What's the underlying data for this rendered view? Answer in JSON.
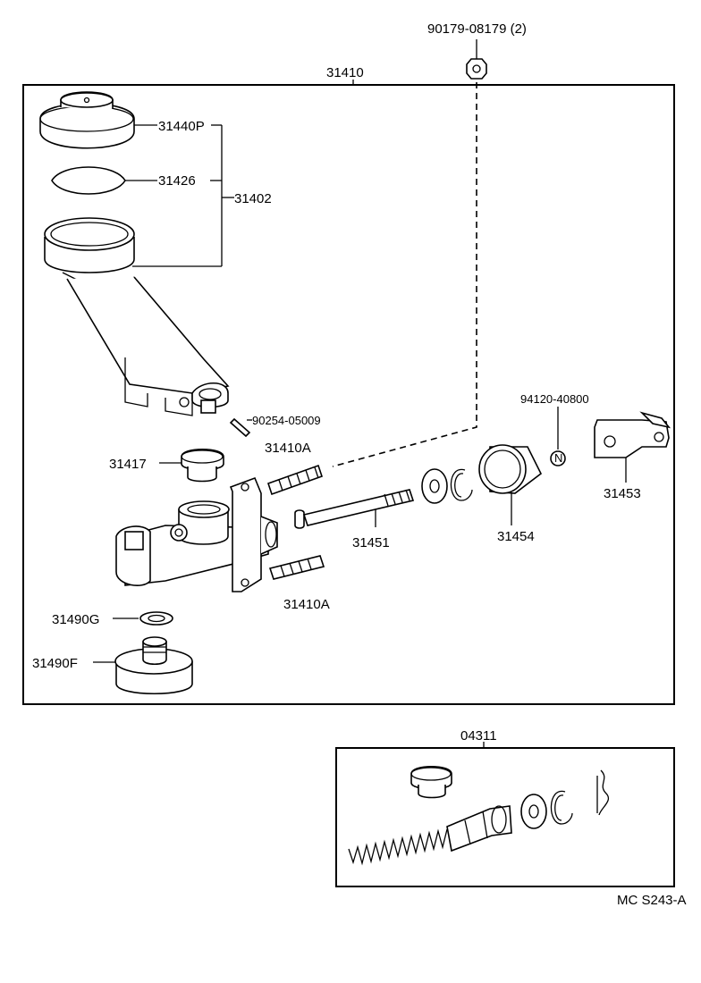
{
  "labels": {
    "p90179": "90179-08179 (2)",
    "p31410": "31410",
    "p31440P": "31440P",
    "p31426": "31426",
    "p31402": "31402",
    "p90254": "90254-05009",
    "p31417": "31417",
    "p31410A_top": "31410A",
    "p31410A_bot": "31410A",
    "p94120": "94120-40800",
    "p31453": "31453",
    "p31451": "31451",
    "p31454": "31454",
    "p31490G": "31490G",
    "p31490F": "31490F",
    "p04311": "04311",
    "code": "MC S243-A"
  },
  "nut_mark": "N"
}
